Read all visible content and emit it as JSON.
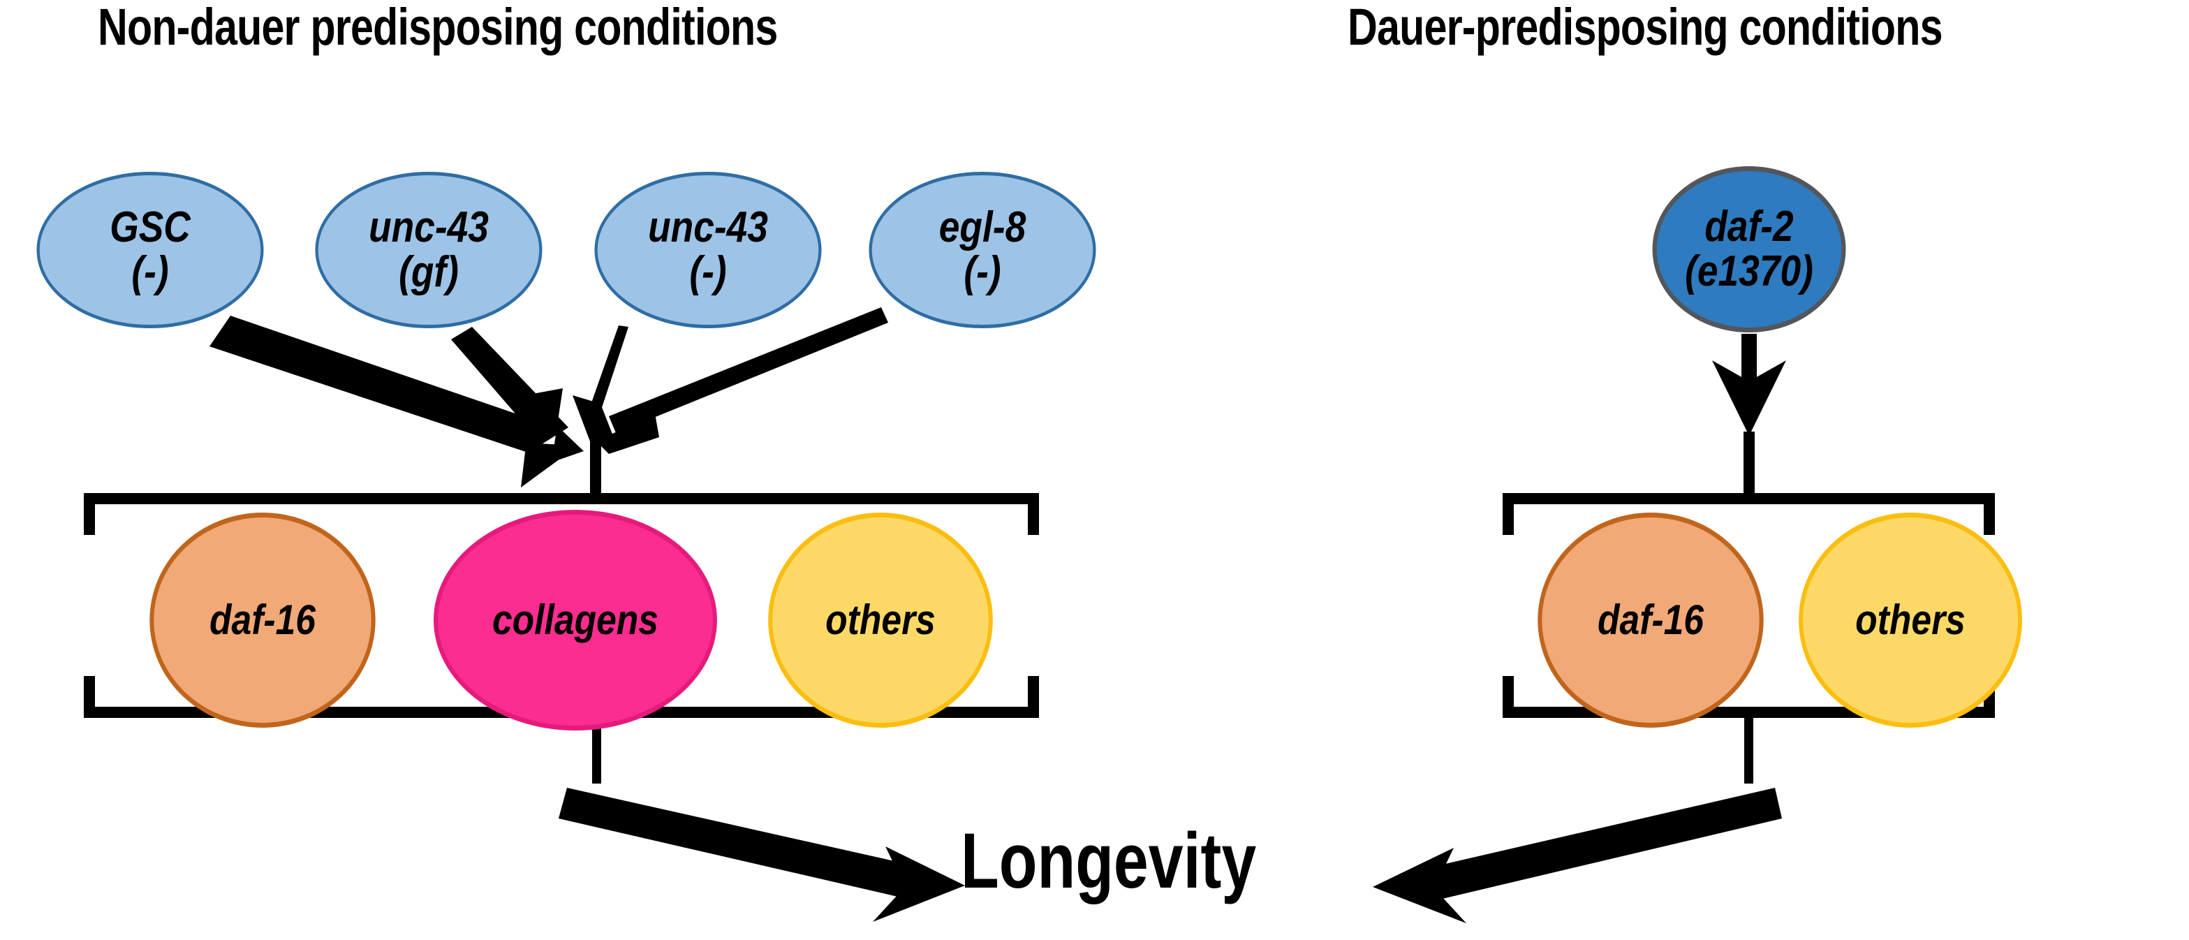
{
  "headings": {
    "left": "Non-dauer predisposing conditions",
    "right": "Dauer-predisposing conditions"
  },
  "left_panel": {
    "upstream_nodes": [
      {
        "line1": "GSC",
        "line2": "(-)",
        "fill": "#9DC3E6",
        "stroke": "#2F6DA4"
      },
      {
        "line1": "unc-43",
        "line2": "(gf)",
        "fill": "#9DC3E6",
        "stroke": "#2F6DA4"
      },
      {
        "line1": "unc-43",
        "line2": "(-)",
        "fill": "#9DC3E6",
        "stroke": "#2F6DA4"
      },
      {
        "line1": "egl-8",
        "line2": "(-)",
        "fill": "#9DC3E6",
        "stroke": "#2F6DA4"
      }
    ],
    "effectors": [
      {
        "label": "daf-16",
        "fill": "#F0A977",
        "stroke": "#C1651C"
      },
      {
        "label": "collagens",
        "fill": "#FC2D90",
        "stroke": "#E51B7C"
      },
      {
        "label": "others",
        "fill": "#FCD967",
        "stroke": "#FBBE10"
      }
    ]
  },
  "right_panel": {
    "upstream_nodes": [
      {
        "line1": "daf-2",
        "line2": "(e1370)",
        "fill": "#2E7BBF",
        "stroke": "#53565A"
      }
    ],
    "effectors": [
      {
        "label": "daf-16",
        "fill": "#F0A977",
        "stroke": "#C1651C"
      },
      {
        "label": "others",
        "fill": "#FCD967",
        "stroke": "#FBBE10"
      }
    ]
  },
  "outcome": {
    "label": "Longevity"
  },
  "colors": {
    "line": "#000000",
    "background": "#FFFFFF"
  }
}
